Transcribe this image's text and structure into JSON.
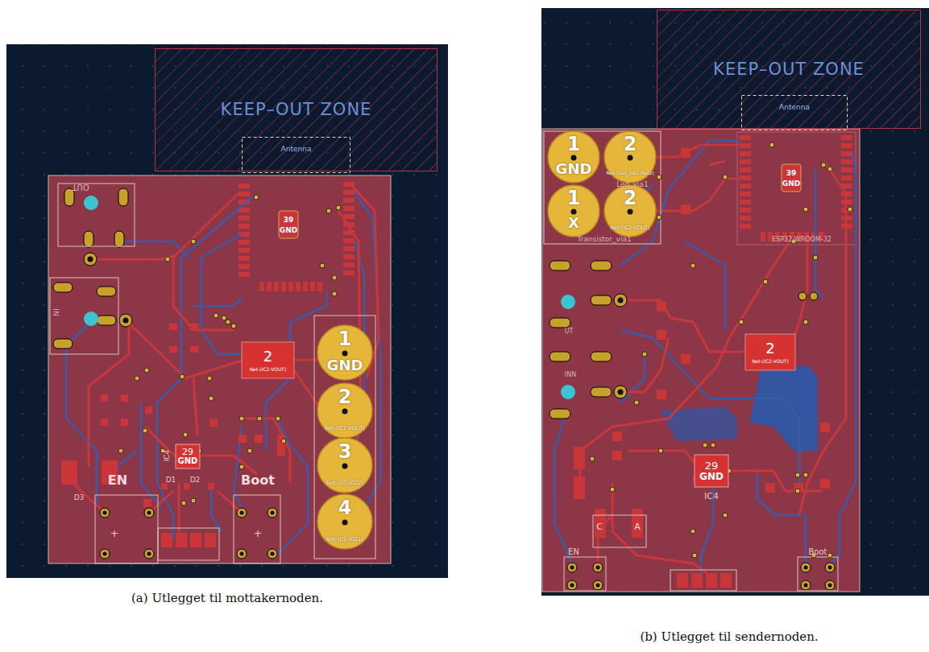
{
  "diagram": {
    "nodes": [
      {
        "text": [
          "KEEP–OUT ZONE"
        ]
      },
      {
        "text": [
          "Antenna"
        ]
      },
      {
        "text": [
          "1",
          "GND"
        ]
      },
      {
        "text": [
          "2",
          "Net-(IC2-VOUT)"
        ]
      },
      {
        "text": [
          "3",
          "Net-(U1-IO22)"
        ]
      },
      {
        "text": [
          "4",
          "Net-(U1-IO21)"
        ]
      },
      {
        "text": [
          "2",
          "Net-(IC2-VOUT)"
        ]
      },
      {
        "text": [
          "29",
          "GND"
        ]
      },
      {
        "text": [
          "KEEP–OUT ZONE"
        ]
      },
      {
        "text": [
          "Antenna"
        ]
      },
      {
        "text": [
          "1",
          "GND"
        ]
      },
      {
        "text": [
          "2",
          "Net-(Led_via1-Pad2)"
        ]
      },
      {
        "text": [
          "1",
          "X"
        ]
      },
      {
        "text": [
          "2",
          "Net-(IC2-VOUT)"
        ]
      },
      {
        "text": [
          "2",
          "Net-(IC2-VOUT)"
        ]
      },
      {
        "text": [
          "29",
          "GND"
        ]
      }
    ],
    "labels": [
      "OUT",
      "IN",
      "39",
      "GND",
      "IC4",
      "D1",
      "D2",
      "D3",
      "EN",
      "Boot",
      "+",
      "+",
      "(a) Utlegget til mottakernoden.",
      "Led_via1",
      "Transistor_via1",
      "ESP32-WROOM-32",
      "39",
      "GND",
      "UT",
      "INN",
      "IC4",
      "C",
      "A",
      "EN",
      "Boot",
      "(b) Utlegget til sendernoden."
    ]
  }
}
